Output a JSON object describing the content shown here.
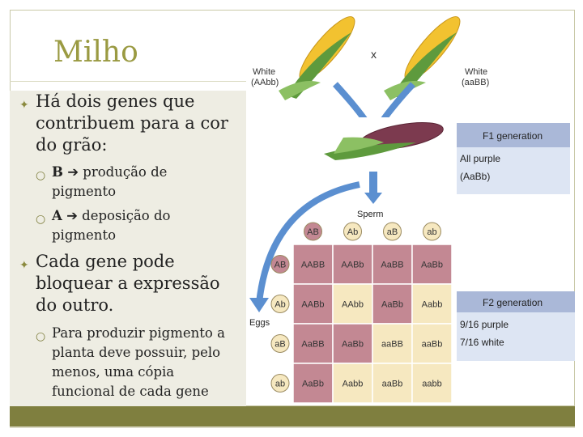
{
  "slide": {
    "title": "Milho",
    "bullets": [
      {
        "text": "Há dois genes que contribuem para a cor do grão:",
        "sub": [
          {
            "gene": "B",
            "text": "produção de pigmento"
          },
          {
            "gene": "A",
            "text": "deposição do pigmento"
          }
        ]
      },
      {
        "text": "Cada gene pode bloquear a expressão do outro.",
        "sub": [
          {
            "text": "Para produzir pigmento a planta deve possuir, pelo menos, uma cópia funcional de cada gene"
          }
        ]
      }
    ]
  },
  "diagram": {
    "parent1_label": "White",
    "parent1_genotype": "(AAbb)",
    "parent2_label": "White",
    "parent2_genotype": "(aaBB)",
    "cross_symbol": "x",
    "f1": {
      "title": "F1 generation",
      "line1": "All purple",
      "line2": "(AaBb)"
    },
    "f2": {
      "title": "F2 generation",
      "line1": "9/16 purple",
      "line2": "7/16 white"
    },
    "sperm_label": "Sperm",
    "eggs_label": "Eggs",
    "gametes": [
      "AB",
      "Ab",
      "aB",
      "ab"
    ],
    "grid": [
      [
        "AABB",
        "AABb",
        "AaBB",
        "AaBb"
      ],
      [
        "AABb",
        "AAbb",
        "AaBb",
        "Aabb"
      ],
      [
        "AaBB",
        "AaBb",
        "aaBB",
        "aaBb"
      ],
      [
        "AaBb",
        "Aabb",
        "aaBb",
        "aabb"
      ]
    ],
    "colors": {
      "purple_cell": "#c38893",
      "white_cell": "#f6e8c0",
      "arrow": "#5b8fd0",
      "panel": "#dde5f3"
    }
  }
}
